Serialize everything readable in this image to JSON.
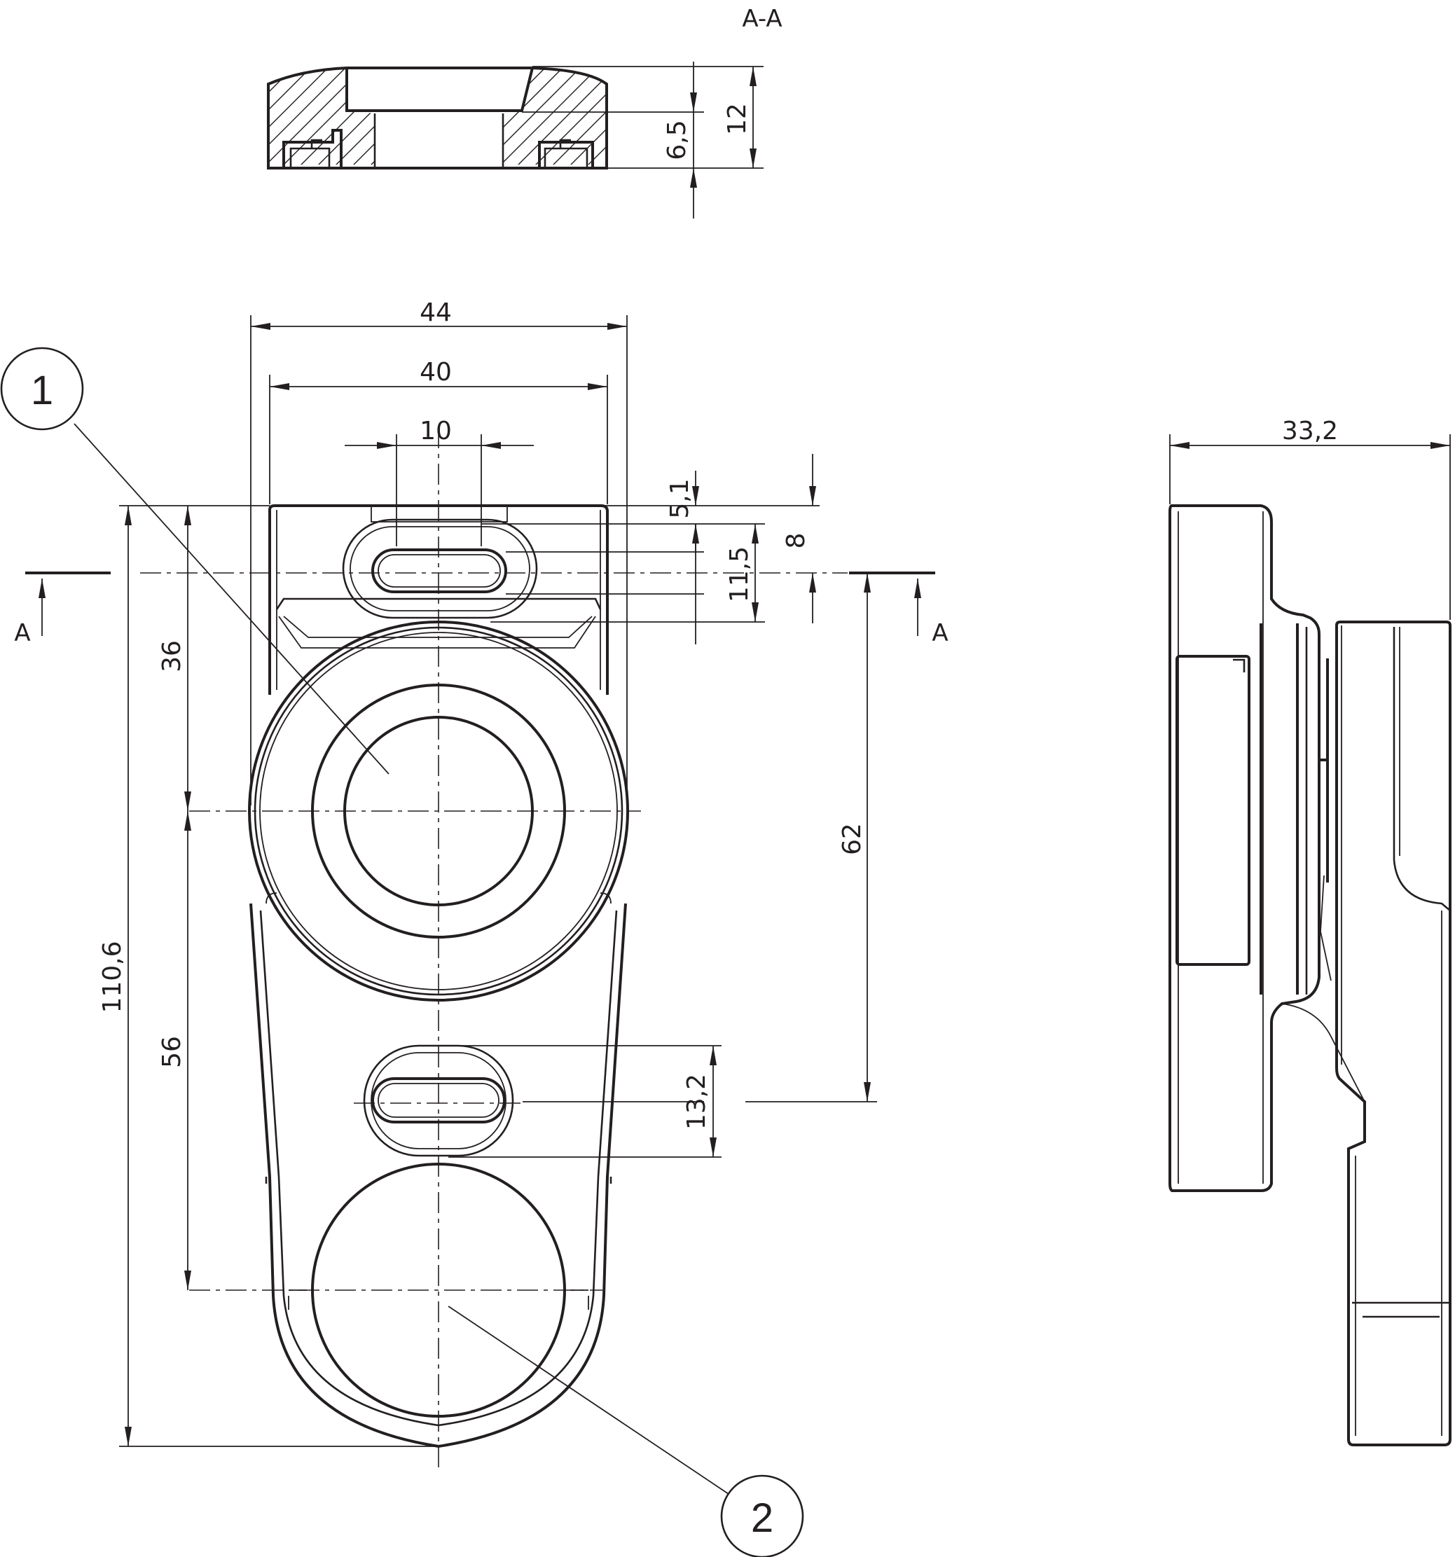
{
  "section_title": "A-A",
  "section_marks": {
    "left": "A",
    "right": "A"
  },
  "callouts": [
    {
      "id": "1",
      "label": "1"
    },
    {
      "id": "2",
      "label": "2"
    }
  ],
  "dimensions": {
    "section_height": "12",
    "section_recess": "6,5",
    "width_outer": "44",
    "width_inner": "40",
    "slot_width": "10",
    "slot_offset_top": "5,1",
    "slot_height_top": "11,5",
    "slot_center_top": "8",
    "top_to_center": "36",
    "overall_length": "110,6",
    "center_to_bottom": "56",
    "slot_to_center": "62",
    "slot_height_bottom": "13,2",
    "side_depth": "33,2"
  }
}
